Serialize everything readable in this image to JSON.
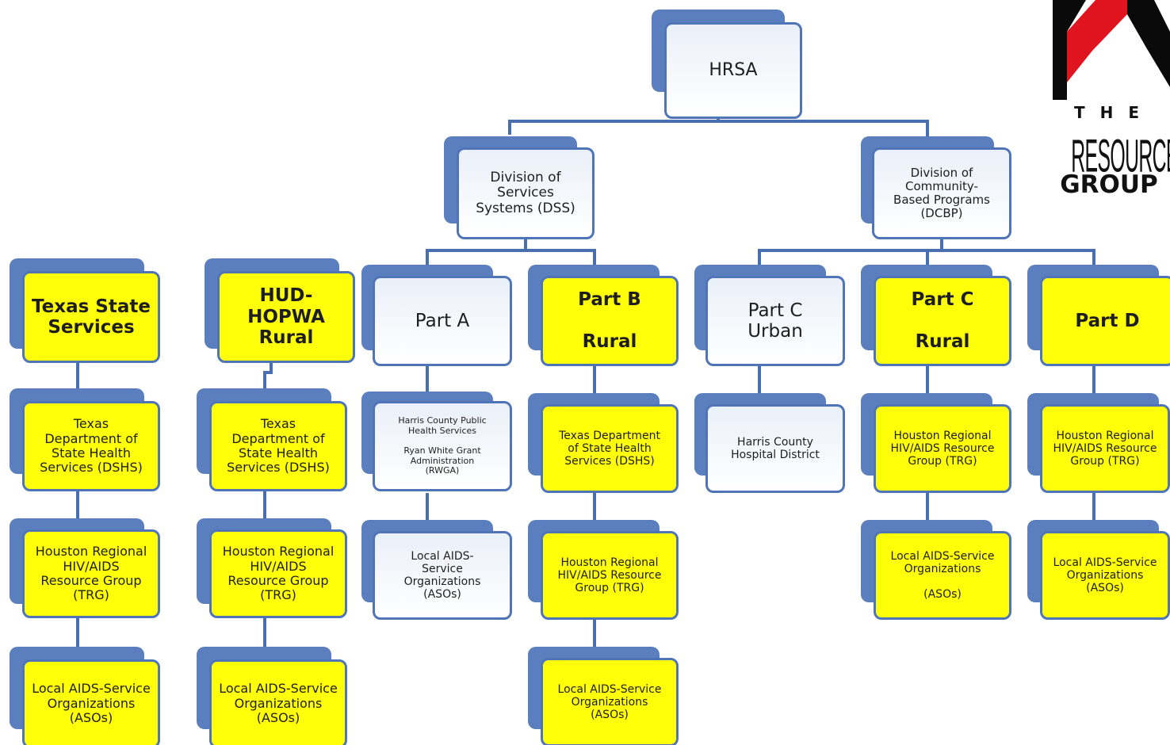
{
  "nodes": {
    "hrsa": "HRSA",
    "dss": "Division of\nServices\nSystems (DSS)",
    "dcbp": "Division of\nCommunity-\nBased Programs\n(DCBP)",
    "texas_state": "Texas State\nServices",
    "hud": "HUD-\nHOPWA\nRural",
    "part_a": "Part A",
    "part_b": "Part B\n\nRural",
    "part_c_urban": "Part C\nUrban",
    "part_c_rural": "Part C\n\nRural",
    "part_d": "Part D",
    "ts_dshs": "Texas\nDepartment of\nState Health\nServices (DSHS)",
    "ts_trg": "Houston Regional\nHIV/AIDS\nResource Group\n(TRG)",
    "ts_asos": "Local AIDS-Service\nOrganizations\n(ASOs)",
    "hud_dshs": "Texas\nDepartment of\nState Health\nServices (DSHS)",
    "hud_trg": "Houston Regional\nHIV/AIDS\nResource Group\n(TRG)",
    "hud_asos": "Local AIDS-Service\nOrganizations\n(ASOs)",
    "pa_hcphs": "Harris County Public\nHealth Services\n\nRyan White Grant\nAdministration\n(RWGA)",
    "pa_asos": "Local AIDS-\nService\nOrganizations\n(ASOs)",
    "pb_dshs": "Texas Department\nof State Health\nServices (DSHS)",
    "pb_trg": "Houston Regional\nHIV/AIDS Resource\nGroup (TRG)",
    "pb_asos": "Local AIDS-Service\nOrganizations\n(ASOs)",
    "pcu_hchd": "Harris County\nHospital District",
    "pcr_trg": "Houston Regional\nHIV/AIDS Resource\nGroup (TRG)",
    "pcr_asos": "Local AIDS-Service\nOrganizations\n\n(ASOs)",
    "pd_trg": "Houston Regional\nHIV/AIDS Resource\nGroup (TRG)",
    "pd_asos": "Local AIDS-Service\nOrganizations\n(ASOs)"
  },
  "logo": {
    "the": "T H E",
    "resource": "RESOURCE",
    "group": "GROUP"
  },
  "colors": {
    "box_border": "#4f74b8",
    "box_shadow": "#5b7fbe",
    "connector": "#4a6fb0",
    "highlight": "#ffff0a",
    "ribbon_red": "#e0141e"
  }
}
